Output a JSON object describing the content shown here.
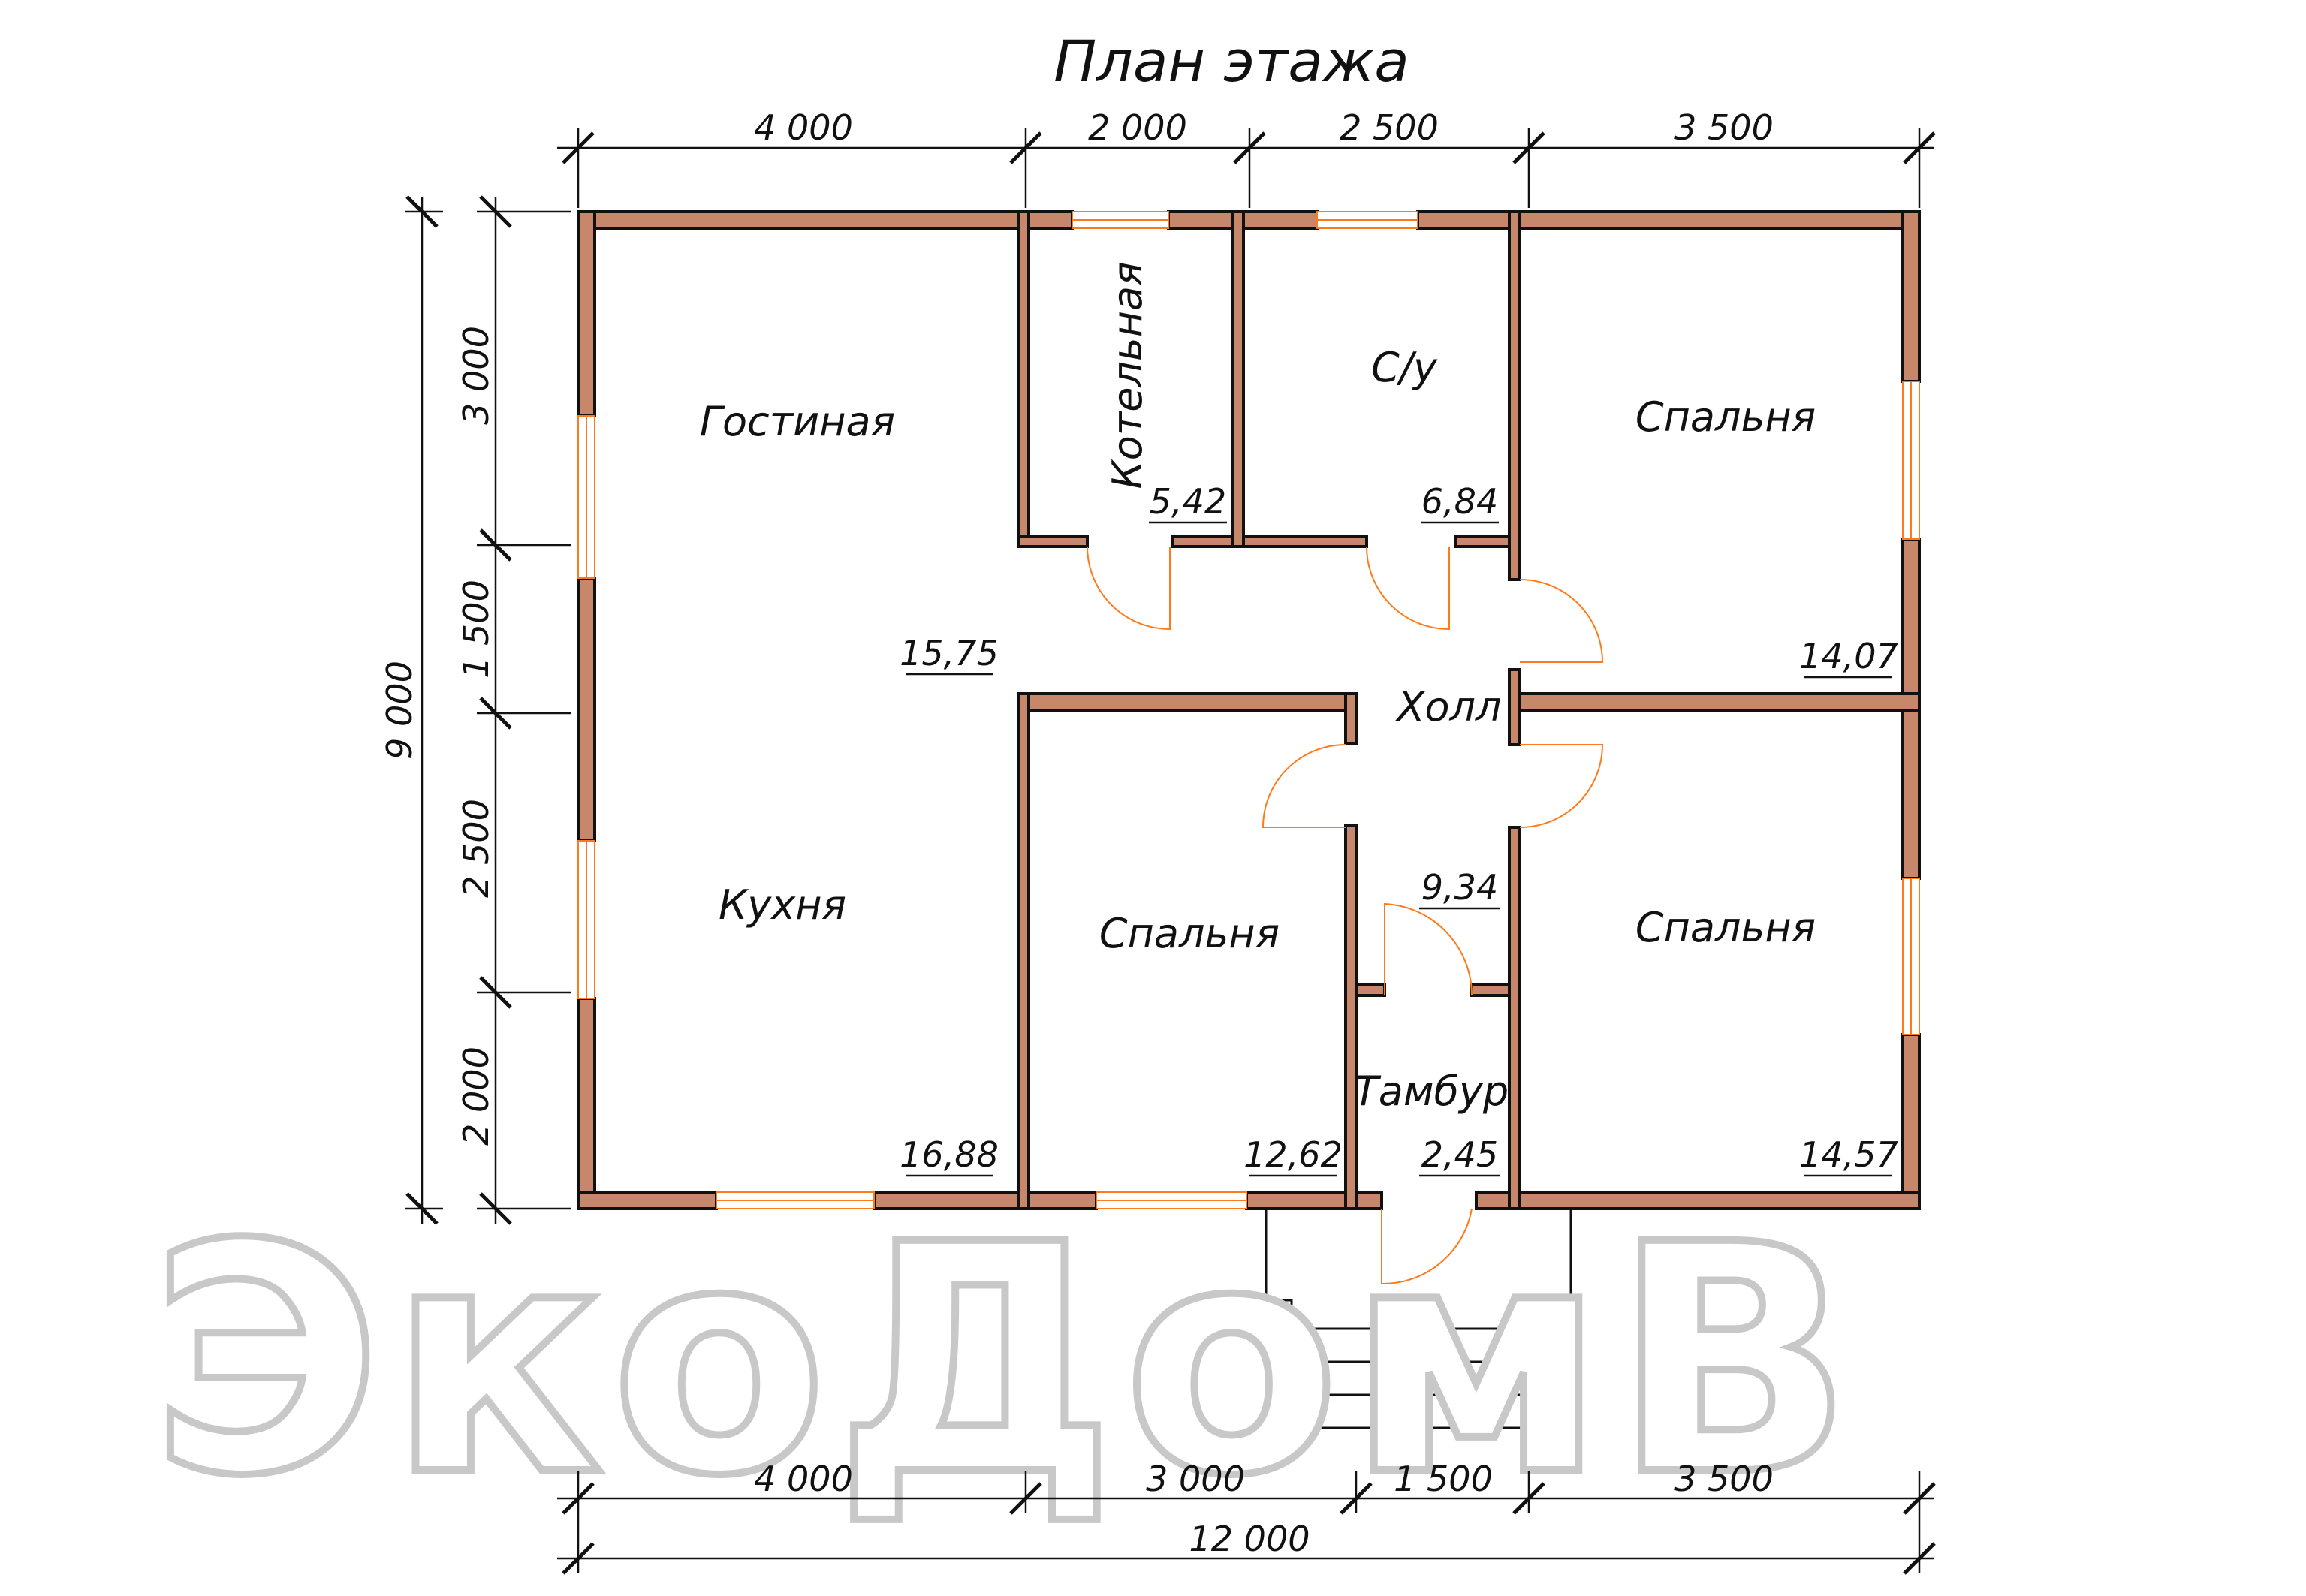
{
  "title": "План этажа",
  "rooms": {
    "living": {
      "name": "Гостиная",
      "area": "15,75"
    },
    "kitchen": {
      "name": "Кухня",
      "area": "16,88"
    },
    "boiler": {
      "name": "Котельная",
      "area": "5,42"
    },
    "bathroom": {
      "name": "С/у",
      "area": "6,84"
    },
    "bedroom_ne": {
      "name": "Спальня",
      "area": "14,07"
    },
    "bedroom_c": {
      "name": "Спальня",
      "area": "12,62"
    },
    "bedroom_se": {
      "name": "Спальня",
      "area": "14,57"
    },
    "hall": {
      "name": "Холл",
      "area": "9,34"
    },
    "vestibule": {
      "name": "Тамбур",
      "area": "2,45"
    }
  },
  "dimensions": {
    "top": [
      "4 000",
      "2 000",
      "2 500",
      "3 500"
    ],
    "bottom": [
      "4 000",
      "3 000",
      "1 500",
      "3 500"
    ],
    "total_width": "12 000",
    "left_inner": [
      "3 000",
      "1 500",
      "2 500",
      "2 000"
    ],
    "left_total": "9 000"
  },
  "watermark": "ЭкоДомВ",
  "colors": {
    "wall": "#c6876a",
    "window": "#ff7a1a",
    "door": "#ff7a1a",
    "line": "#111111"
  }
}
